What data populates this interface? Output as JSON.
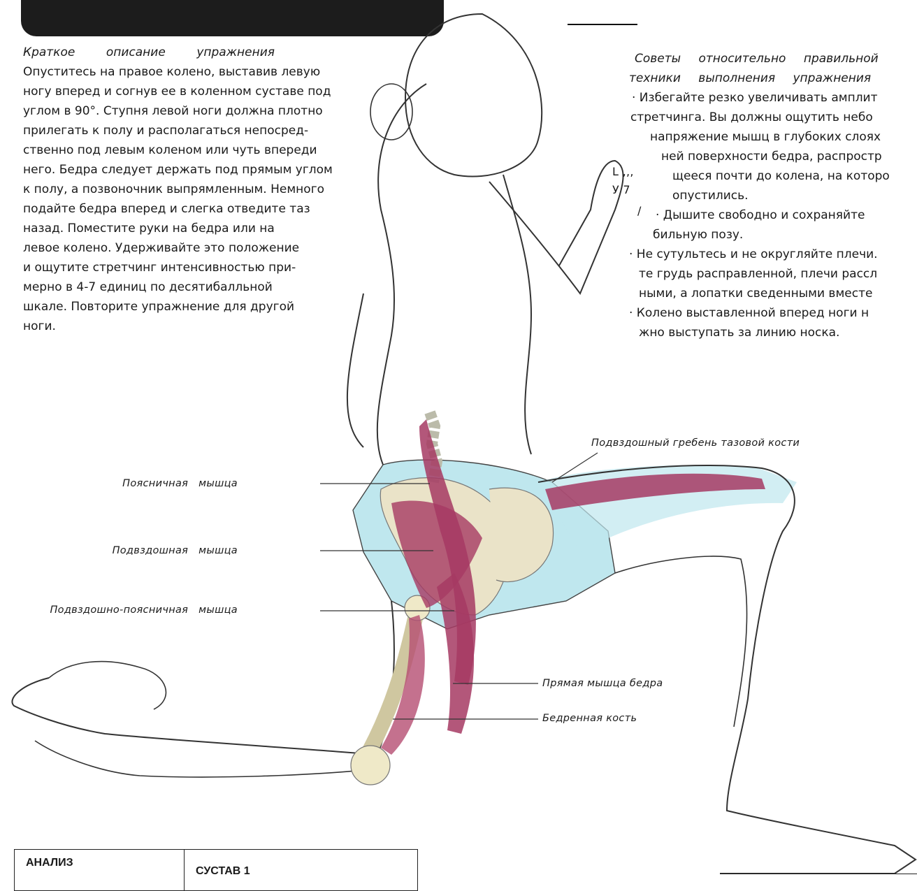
{
  "description": {
    "heading": "Краткое описание упражнения",
    "lines": [
      "Опуститесь на правое колено, выставив левую",
      "ногу вперед и согнув ее в коленном суставе под",
      "углом в 90°. Ступня левой ноги должна плотно",
      "прилегать к полу и располагаться непосред-",
      "ственно под левым коленом или чуть впереди",
      "него. Бедра следует держать под прямым углом",
      "к полу, а позвоночник выпрямленным. Немного",
      "подайте бедра вперед и слегка отведите таз",
      "назад. Поместите руки на бедра или на",
      "левое колено. Удерживайте это положение",
      "и ощутите стретчинг интенсивностью при-",
      "мерно в 4-7 единиц по десятибалльной",
      "шкале. Повторите упражнение для другой",
      "ноги."
    ]
  },
  "tips": {
    "heading_line1": "Советы относительно правильной",
    "heading_line2": "техники выполнения упражнения",
    "lines": [
      "· Избегайте резко увеличивать амплит",
      "стретчинга. Вы должны ощутить небо",
      "напряжение мышц в глубоких слоях",
      "ней поверхности бедра, распростр",
      "щееся почти до колена, на которо",
      "опустились.",
      "· Дышите свободно и сохраняйте",
      "бильную позу.",
      "· Не сутультесь и не округляйте плечи.",
      "те грудь расправленной, плечи рассл",
      "ными, а лопатки сведенными вместе",
      "· Колено выставленной вперед ноги н",
      "жно выступать за линию носка."
    ],
    "scan_marks": [
      "L ,,,",
      "У 7",
      "/"
    ]
  },
  "labels": {
    "iliac_crest": "Подвздошный гребень тазовой кости",
    "psoas": "Поясничная мышца",
    "iliacus": "Подвздошная мышца",
    "iliopsoas": "Подвздошно-поясничная мышца",
    "rectus_femoris": "Прямая мышца бедра",
    "femur": "Бедренная кость"
  },
  "table": {
    "col1": "АНАЛИЗ",
    "col2": "СУСТАВ 1"
  }
}
